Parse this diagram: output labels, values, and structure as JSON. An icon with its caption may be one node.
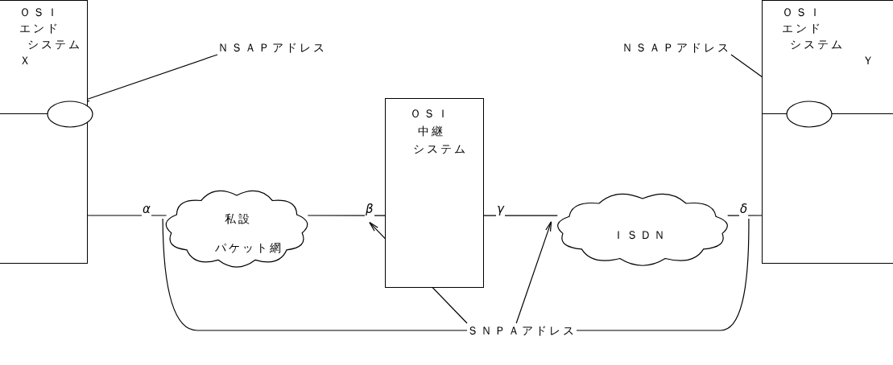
{
  "diagram": {
    "nodes": [
      {
        "text": [
          "ＯＳＩ",
          "エンド",
          "システム",
          "Ｘ"
        ]
      },
      {
        "text": [],
        "shape": "ellipse",
        "in": 0
      },
      {
        "text": [
          "ＮＳＡＰアドレス"
        ]
      },
      {
        "text": [
          "私設",
          "パケット網"
        ]
      },
      {
        "text": [
          "ＯＳＩ",
          "中継",
          "システム"
        ]
      },
      {
        "text": [
          "ＩＳＤＮ"
        ]
      },
      {
        "text": [
          "ＯＳＩ",
          "エンド",
          "システム",
          "Ｙ"
        ]
      },
      {
        "text": [],
        "shape": "ellipse",
        "in": 6
      },
      {
        "text": [
          "ＮＳＡＰアドレス"
        ]
      },
      {
        "text": [
          "ＳＮＰＡアドレス"
        ]
      }
    ],
    "edges": [
      {
        "from": 2,
        "to": 1,
        "arrow": "to"
      },
      {
        "from": 8,
        "to": 7,
        "arrow": "to"
      },
      {
        "from": 0,
        "to": 3,
        "arrow": "none",
        "label": "α"
      },
      {
        "from": 3,
        "to": 4,
        "arrow": "none",
        "label": "β"
      },
      {
        "from": 4,
        "to": 5,
        "arrow": "none",
        "label": "γ"
      },
      {
        "from": 5,
        "to": 6,
        "arrow": "none",
        "label": "δ"
      },
      {
        "from": 9,
        "to": 3,
        "arrow": "none"
      },
      {
        "from": 9,
        "to": 4,
        "arrow": "to"
      },
      {
        "from": 9,
        "to": 5,
        "arrow": "to"
      },
      {
        "from": 9,
        "to": 6,
        "arrow": "none"
      }
    ]
  }
}
